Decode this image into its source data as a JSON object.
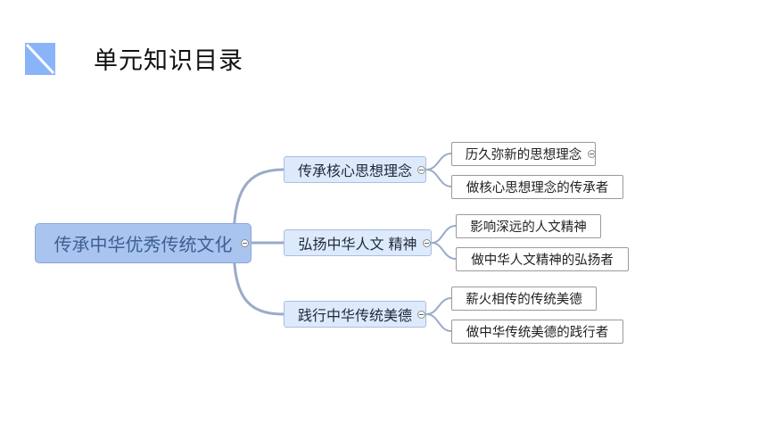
{
  "page": {
    "title": "单元知识目录"
  },
  "mindmap": {
    "root": {
      "label": "传承中华优秀传统文化"
    },
    "branches": [
      {
        "label": "传承核心思想理念",
        "children": [
          "历久弥新的思想理念",
          "做核心思想理念的传承者"
        ]
      },
      {
        "label": "弘扬中华人文 精神",
        "children": [
          "影响深远的人文精神",
          "做中华人文精神的弘扬者"
        ]
      },
      {
        "label": "践行中华传统美德",
        "children": [
          "薪火相传的传统美德",
          "做中华传统美德的践行者"
        ]
      }
    ]
  },
  "colors": {
    "accent": "#8ab4f8",
    "connector": "#9aabc8",
    "root_fill": "#a9c5ef",
    "branch_fill": "#ddeafb"
  }
}
